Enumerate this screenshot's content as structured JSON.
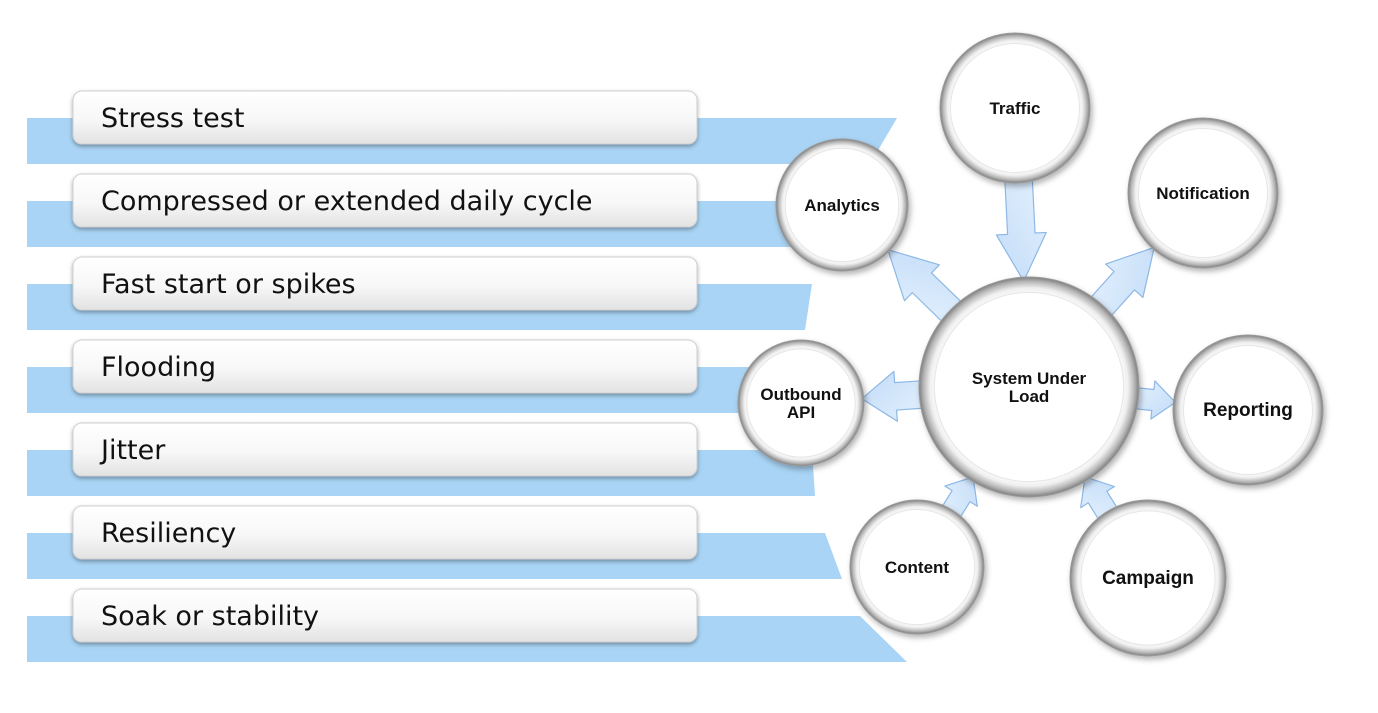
{
  "test_types": [
    "Stress test",
    "Compressed or extended daily cycle",
    "Fast start or spikes",
    "Flooding",
    "Jitter",
    "Resiliency",
    "Soak or stability"
  ],
  "center": {
    "lines": [
      "System Under",
      "Load"
    ]
  },
  "nodes": [
    {
      "id": "traffic",
      "lines": [
        "Traffic"
      ],
      "direction": "in"
    },
    {
      "id": "notification",
      "lines": [
        "Notification"
      ],
      "direction": "out"
    },
    {
      "id": "reporting",
      "lines": [
        "Reporting"
      ],
      "direction": "out"
    },
    {
      "id": "campaign",
      "lines": [
        "Campaign"
      ],
      "direction": "in"
    },
    {
      "id": "content",
      "lines": [
        "Content"
      ],
      "direction": "in"
    },
    {
      "id": "outbound-api",
      "lines": [
        "Outbound",
        "API"
      ],
      "direction": "out"
    },
    {
      "id": "analytics",
      "lines": [
        "Analytics"
      ],
      "direction": "out"
    }
  ],
  "colors": {
    "band": "#a9d4f5",
    "arrow_fill": "#cde4fb",
    "arrow_stroke": "#8db8e6",
    "circle_ring": "#9a9a9a",
    "label_bar_top": "#ffffff",
    "label_bar_bottom": "#e9e9e9"
  }
}
